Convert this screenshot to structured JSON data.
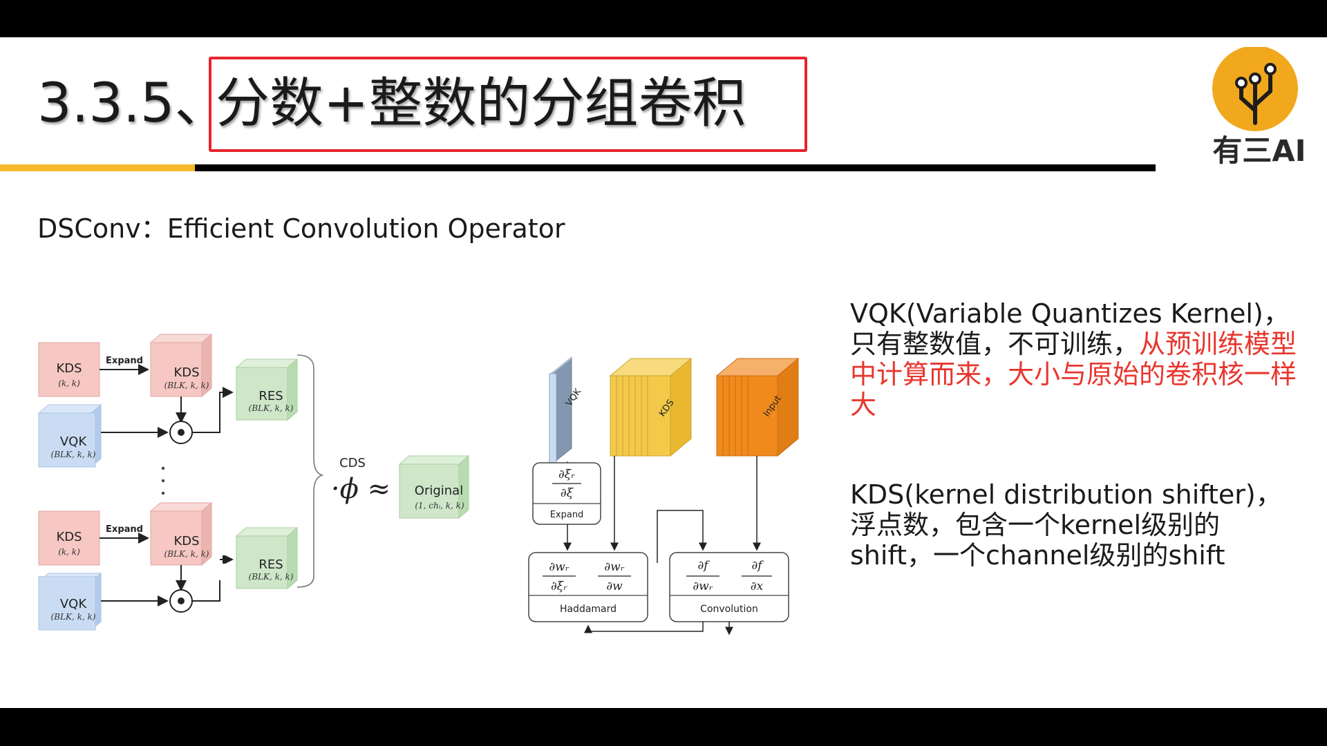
{
  "slide": {
    "section_number": "3.3.5、",
    "title": "分数+整数的分组卷积",
    "logo_text": "有三AI",
    "subtitle": "DSConv：Efficient Convolution Operator"
  },
  "left_figure": {
    "kds_label": "KDS",
    "kds_dims": "(k, k)",
    "expand_label": "Expand",
    "kds_blk_dims": "(BLK, k, k)",
    "vqk_label": "VQK",
    "vqk_dims": "(BLK, k, k)",
    "res_label": "RES",
    "res_dims": "(BLK, k, k)",
    "dots": "·\n·\n·",
    "cds_label": "CDS",
    "phi_approx": "·ϕ ≈",
    "original_label": "Original",
    "original_dims": "(1, chᵢ, k, k)"
  },
  "right_figure": {
    "vqk_label": "VQK",
    "kds_label": "KDS",
    "input_label": "Input",
    "expand_num": "∂ξᵣ",
    "expand_den": "∂ξ",
    "expand_label": "Expand",
    "had_a_num": "∂wᵣ",
    "had_a_den": "∂ξᵣ",
    "had_b_num": "∂wᵣ",
    "had_b_den": "∂w",
    "haddamard_label": "Haddamard",
    "conv_a_num": "∂f",
    "conv_a_den": "∂wᵣ",
    "conv_b_num": "∂f",
    "conv_b_den": "∂x",
    "convolution_label": "Convolution"
  },
  "descriptions": {
    "vqk_line_black": "VQK(Variable Quantizes Kernel)，只有整数值，不可训练，",
    "vqk_line_red": "从预训练模型中计算而来，大小与原始的卷积核一样大",
    "kds_text": "KDS(kernel distribution shifter)，浮点数，包含一个kernel级别的shift，一个channel级别的shift"
  },
  "colors": {
    "title_border": "#e8242c",
    "rule_yellow": "#f5b92b",
    "highlight_red": "#e8362e",
    "kds_pink": "#f6c7c3",
    "vqk_blue": "#c9dcf3",
    "res_green": "#cfe6c9",
    "kds_yellow": "#f3c94a",
    "input_orange": "#f08a1c",
    "vqk_steel": "#8497b0"
  }
}
